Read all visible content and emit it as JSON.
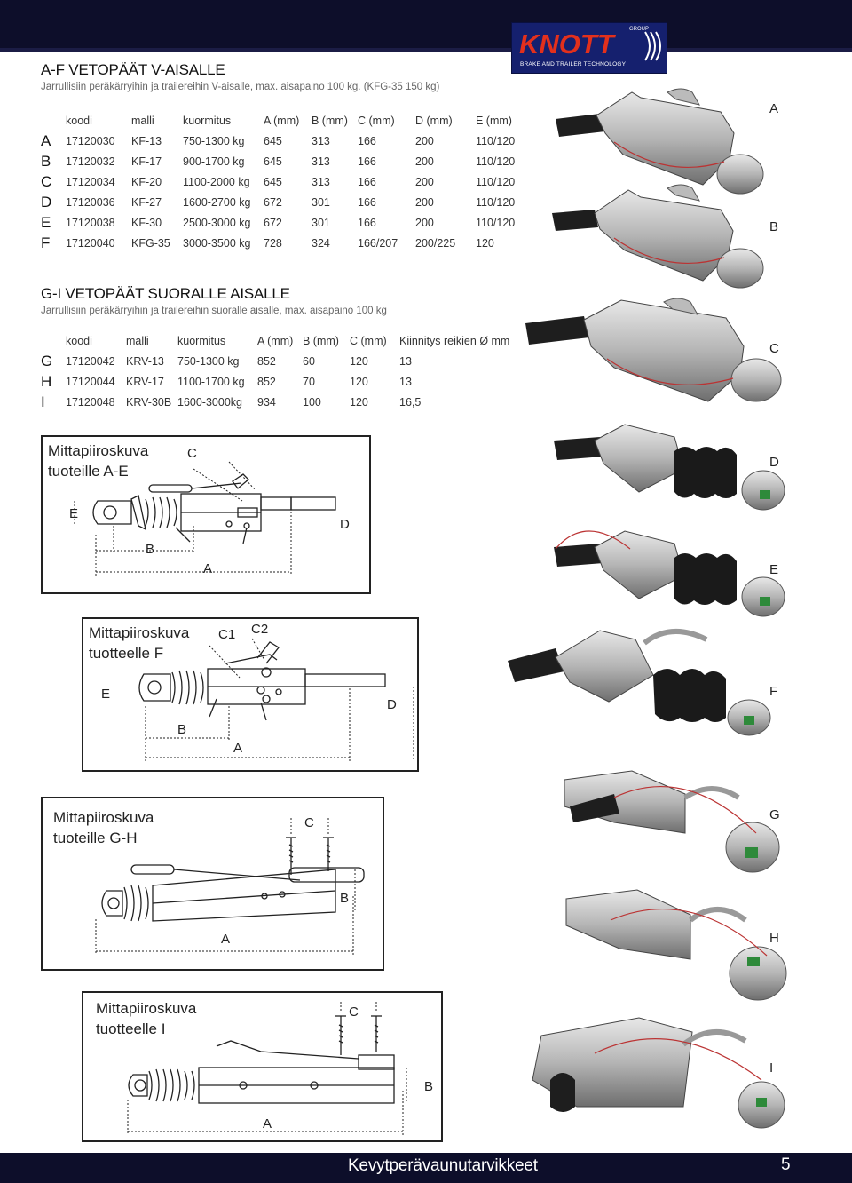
{
  "brand": {
    "name": "KNOTT",
    "group": "GROUP",
    "tagline": "BRAKE AND TRAILER TECHNOLOGY"
  },
  "section1": {
    "title": "A-F VETOPÄÄT V-AISALLE",
    "subtitle": "Jarrullisiin peräkärryihin ja trailereihin V-aisalle, max. aisapaino 100 kg. (KFG-35 150 kg)",
    "headers": [
      "koodi",
      "malli",
      "kuormitus",
      "A (mm)",
      "B (mm)",
      "C (mm)",
      "D (mm)",
      "E (mm)"
    ],
    "rows": [
      {
        "label": "A",
        "cells": [
          "17120030",
          "KF-13",
          "750-1300 kg",
          "645",
          "313",
          "166",
          "200",
          "110/120"
        ]
      },
      {
        "label": "B",
        "cells": [
          "17120032",
          "KF-17",
          "900-1700 kg",
          "645",
          "313",
          "166",
          "200",
          "110/120"
        ]
      },
      {
        "label": "C",
        "cells": [
          "17120034",
          "KF-20",
          "1100-2000 kg",
          "645",
          "313",
          "166",
          "200",
          "110/120"
        ]
      },
      {
        "label": "D",
        "cells": [
          "17120036",
          "KF-27",
          "1600-2700 kg",
          "672",
          "301",
          "166",
          "200",
          "110/120"
        ]
      },
      {
        "label": "E",
        "cells": [
          "17120038",
          "KF-30",
          "2500-3000 kg",
          "672",
          "301",
          "166",
          "200",
          "110/120"
        ]
      },
      {
        "label": "F",
        "cells": [
          "17120040",
          "KFG-35",
          "3000-3500 kg",
          "728",
          "324",
          "166/207",
          "200/225",
          "120"
        ]
      }
    ]
  },
  "section2": {
    "title": "G-I VETOPÄÄT SUORALLE AISALLE",
    "subtitle": "Jarrullisiin peräkärryihin ja trailereihin suoralle aisalle, max. aisapaino 100 kg",
    "headers": [
      "koodi",
      "malli",
      "kuormitus",
      "A (mm)",
      "B (mm)",
      "C (mm)",
      "Kiinnitys reikien Ø mm"
    ],
    "rows": [
      {
        "label": "G",
        "cells": [
          "17120042",
          "KRV-13",
          "750-1300 kg",
          "852",
          "60",
          "120",
          "13"
        ]
      },
      {
        "label": "H",
        "cells": [
          "17120044",
          "KRV-17",
          "1100-1700 kg",
          "852",
          "70",
          "120",
          "13"
        ]
      },
      {
        "label": "I",
        "cells": [
          "17120048",
          "KRV-30B",
          "1600-3000kg",
          "934",
          "100",
          "120",
          "16,5"
        ]
      }
    ]
  },
  "diagrams": [
    {
      "title_line1": "Mittapiiroskuva",
      "title_line2": "tuoteille A-E",
      "labels": {
        "c": "C",
        "e": "E",
        "d": "D",
        "b": "B",
        "a": "A"
      }
    },
    {
      "title_line1": "Mittapiiroskuva",
      "title_line2": "tuotteelle F",
      "labels": {
        "c1": "C1",
        "c2": "C2",
        "e": "E",
        "d": "D",
        "b": "B",
        "a": "A"
      }
    },
    {
      "title_line1": "Mittapiiroskuva",
      "title_line2": "tuoteille G-H",
      "labels": {
        "c": "C",
        "b": "B",
        "a": "A"
      }
    },
    {
      "title_line1": "Mittapiiroskuva",
      "title_line2": "tuotteelle I",
      "labels": {
        "c": "C",
        "b": "B",
        "a": "A"
      }
    }
  ],
  "product_labels": [
    "A",
    "B",
    "C",
    "D",
    "E",
    "F",
    "G",
    "H",
    "I"
  ],
  "footer": {
    "text": "Kevytperävaunutarvikkeet",
    "page": "5"
  }
}
